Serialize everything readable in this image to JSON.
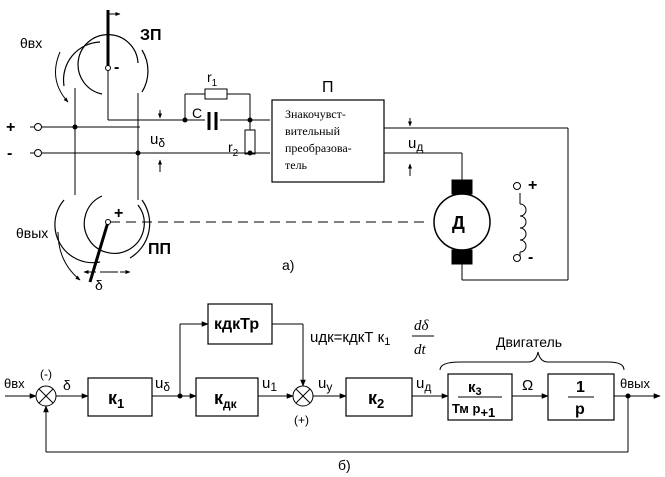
{
  "part_a": {
    "caption": "а)",
    "theta_in": "θвх",
    "theta_out": "θвых",
    "zp_label": "ЗП",
    "pp_label": "ПП",
    "plus_terminal": "+",
    "minus_terminal": "-",
    "zp_brush_sign": "-",
    "pp_brush_sign": "+",
    "r1": "r",
    "r1_sub": "1",
    "r2": "r",
    "r2_sub": "2",
    "capacitor": "C",
    "u_delta": "u",
    "u_delta_sub": "δ",
    "converter_label": "П",
    "converter_text": [
      "Знакочувст-",
      "вительный",
      "преобразова-",
      "тель"
    ],
    "u_d": "u",
    "u_d_sub": "д",
    "motor": "Д",
    "field_plus": "+",
    "field_minus": "-",
    "delta": "δ"
  },
  "part_b": {
    "caption": "б)",
    "input": "θвх",
    "output": "θвых",
    "minus_sign": "(-)",
    "plus_sign": "(+)",
    "delta": "δ",
    "k1": "к",
    "k1_sub": "1",
    "u_delta": "u",
    "u_delta_sub": "δ",
    "kdk": "к",
    "kdk_sub": "дк",
    "u1": "u",
    "u1_sub": "1",
    "kdk_tp": "кдкТр",
    "udk_formula_lhs": "uдк=кдкТ к",
    "udk_formula_sub": "1",
    "dd": "dδ",
    "dt": "dt",
    "uy": "u",
    "uy_sub": "у",
    "k2": "к",
    "k2_sub": "2",
    "ud": "u",
    "ud_sub": "д",
    "k3": "к",
    "k3_sub": "3",
    "tm_den": "Тм р",
    "tm_den_plus": "+1",
    "omega": "Ω",
    "one": "1",
    "p": "р",
    "motor_group": "Двигатель"
  }
}
